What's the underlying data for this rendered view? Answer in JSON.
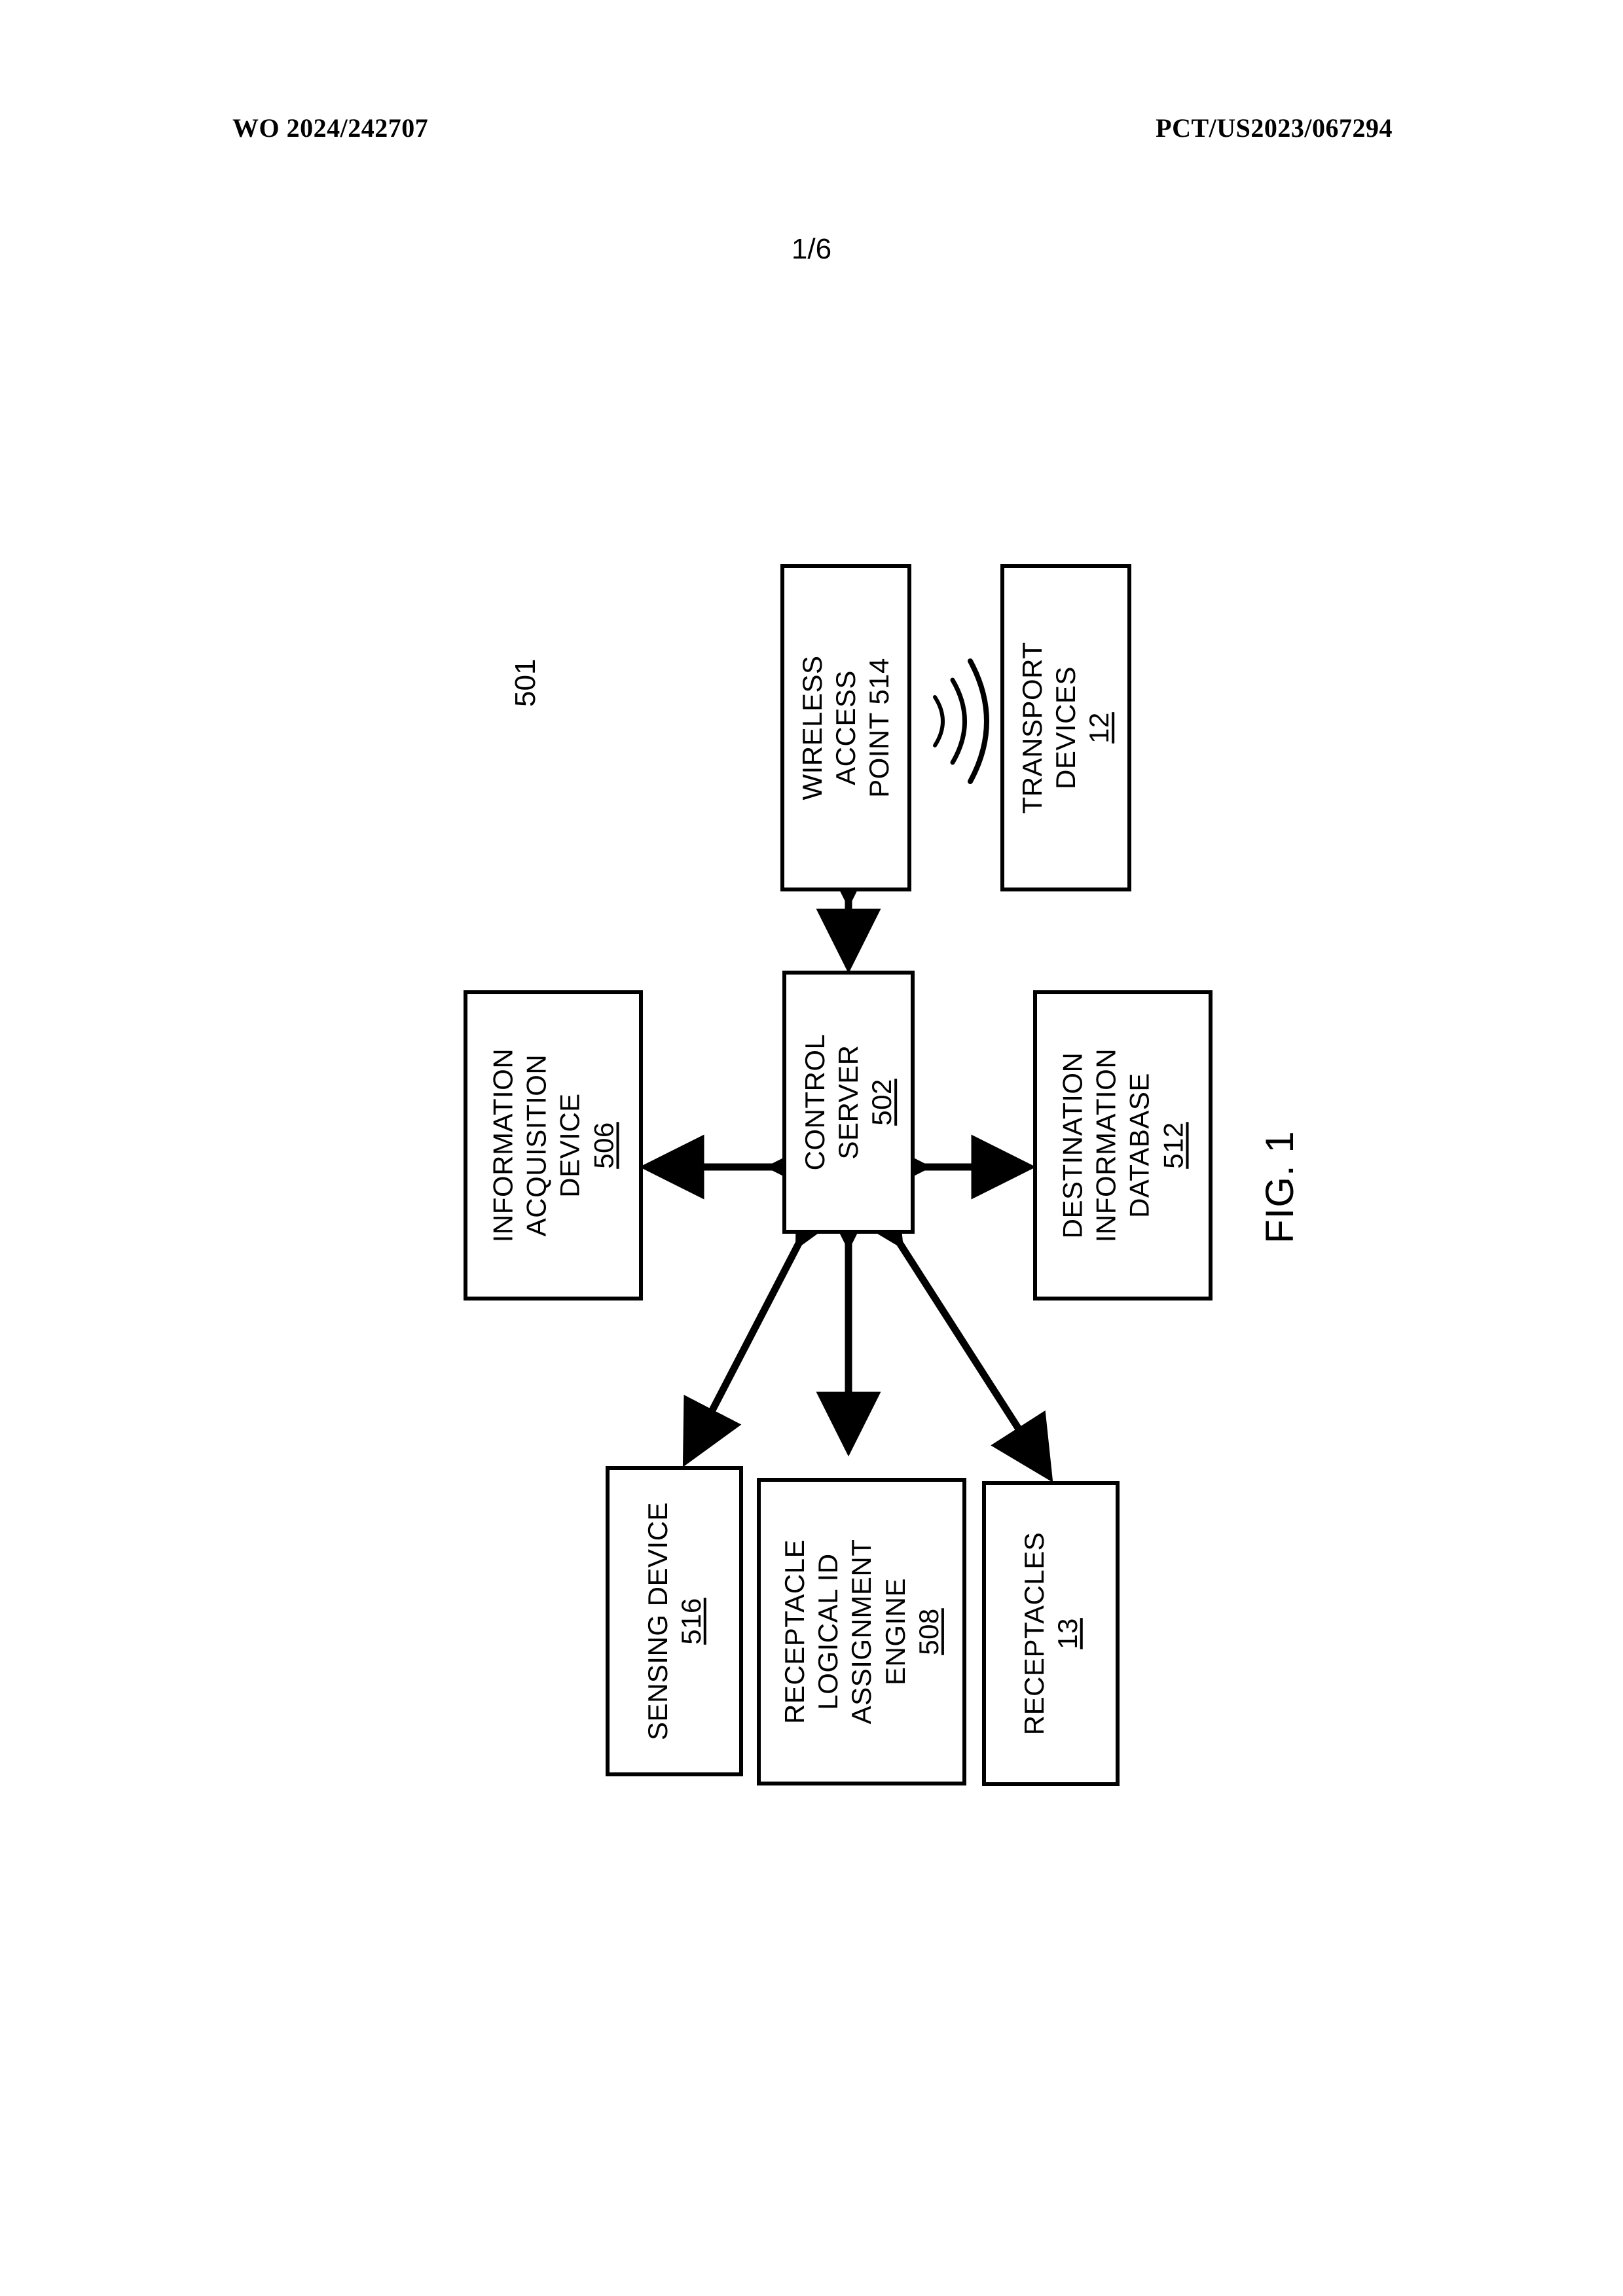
{
  "header": {
    "publication_number": "WO 2024/242707",
    "application_number": "PCT/US2023/067294"
  },
  "sheet": {
    "number": "1/6"
  },
  "figure": {
    "caption": "FIG. 1",
    "system_reference": "501",
    "nodes": [
      {
        "id": "wireless-access-point",
        "lines": [
          "WIRELESS",
          "ACCESS",
          "POINT 514"
        ],
        "ref": "514",
        "ref_underlined": false
      },
      {
        "id": "transport-devices",
        "lines": [
          "TRANSPORT",
          "DEVICES"
        ],
        "ref": "12",
        "ref_underlined": true
      },
      {
        "id": "information-acquisition-device",
        "lines": [
          "INFORMATION",
          "ACQUISITION",
          "DEVICE"
        ],
        "ref": "506",
        "ref_underlined": true
      },
      {
        "id": "control-server",
        "lines": [
          "CONTROL",
          "SERVER"
        ],
        "ref": "502",
        "ref_underlined": true
      },
      {
        "id": "destination-information-database",
        "lines": [
          "DESTINATION",
          "INFORMATION",
          "DATABASE"
        ],
        "ref": "512",
        "ref_underlined": true
      },
      {
        "id": "sensing-device",
        "lines": [
          "SENSING DEVICE"
        ],
        "ref": "516",
        "ref_underlined": true
      },
      {
        "id": "receptacle-logical-id-assignment-engine",
        "lines": [
          "RECEPTACLE",
          "LOGICAL ID",
          "ASSIGNMENT",
          "ENGINE"
        ],
        "ref": "508",
        "ref_underlined": true
      },
      {
        "id": "receptacles",
        "lines": [
          "RECEPTACLES"
        ],
        "ref": "13",
        "ref_underlined": true
      }
    ],
    "connectors": [
      {
        "id": "wap-to-control-server",
        "from": "wireless-access-point",
        "to": "control-server",
        "style": "double-arrow"
      },
      {
        "id": "control-server-to-information-acquisition-device",
        "from": "control-server",
        "to": "information-acquisition-device",
        "style": "double-arrow"
      },
      {
        "id": "control-server-to-destination-information-database",
        "from": "control-server",
        "to": "destination-information-database",
        "style": "double-arrow"
      },
      {
        "id": "control-server-to-sensing-device",
        "from": "control-server",
        "to": "sensing-device",
        "style": "double-arrow"
      },
      {
        "id": "control-server-to-receptacle-engine",
        "from": "control-server",
        "to": "receptacle-logical-id-assignment-engine",
        "style": "double-arrow"
      },
      {
        "id": "control-server-to-receptacles",
        "from": "control-server",
        "to": "receptacles",
        "style": "double-arrow"
      },
      {
        "id": "wap-to-transport-devices-wireless",
        "from": "wireless-access-point",
        "to": "transport-devices",
        "style": "wireless-waves"
      }
    ]
  },
  "colors": {
    "ink": "#000000",
    "paper": "#ffffff"
  }
}
